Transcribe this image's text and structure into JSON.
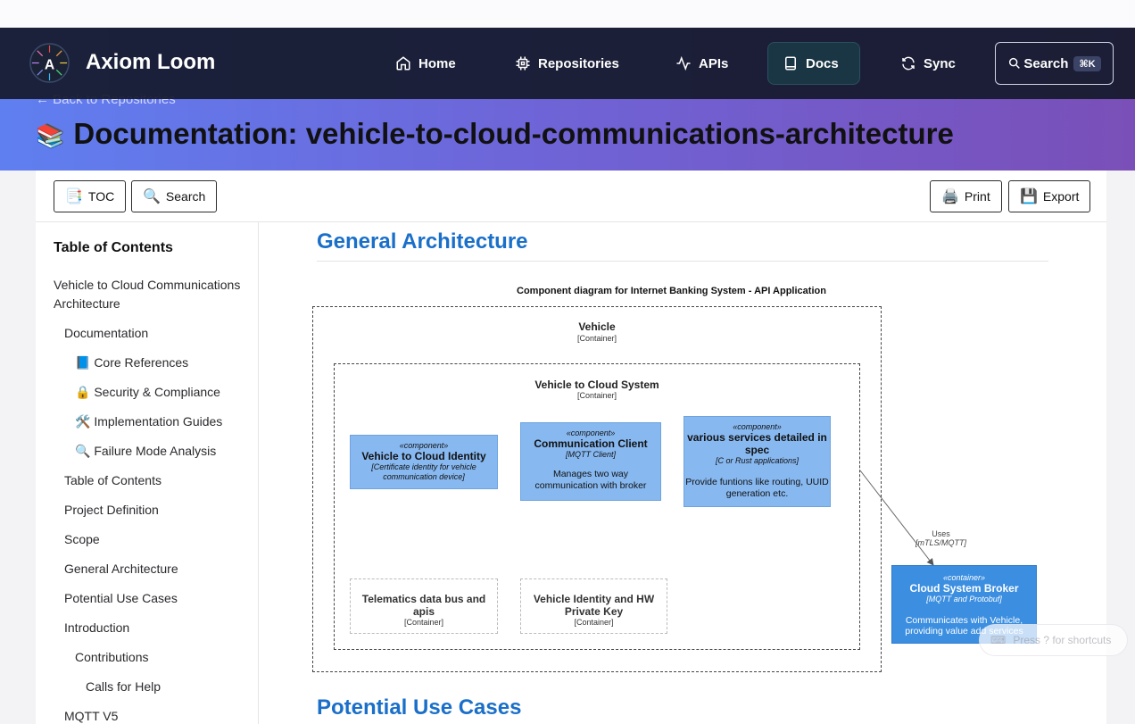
{
  "app": {
    "name": "Axiom Loom"
  },
  "nav": [
    {
      "label": "Home",
      "icon": "home-icon"
    },
    {
      "label": "Repositories",
      "icon": "chip-icon"
    },
    {
      "label": "APIs",
      "icon": "activity-icon"
    },
    {
      "label": "Docs",
      "icon": "book-icon",
      "active": true
    },
    {
      "label": "Sync",
      "icon": "refresh-icon"
    }
  ],
  "search": {
    "label": "Search",
    "shortcut": "⌘K"
  },
  "hero": {
    "back_link": "← Back to Repositories",
    "title": "Documentation: vehicle-to-cloud-communications-architecture",
    "emoji": "📚"
  },
  "toolbar": {
    "toc": {
      "label": "TOC",
      "icon": "📑"
    },
    "search": {
      "label": "Search",
      "icon": "🔍"
    },
    "print": {
      "label": "Print",
      "icon": "🖨️"
    },
    "export": {
      "label": "Export",
      "icon": "💾"
    }
  },
  "toc": {
    "title": "Table of Contents",
    "items": [
      "Vehicle to Cloud Communications Architecture",
      "Documentation",
      "📘 Core References",
      "🔒 Security & Compliance",
      "🛠️ Implementation Guides",
      "🔍 Failure Mode Analysis",
      "Table of Contents",
      "Project Definition",
      "Scope",
      "General Architecture",
      "Potential Use Cases",
      "Introduction",
      "Contributions",
      "Calls for Help",
      "MQTT V5"
    ]
  },
  "content": {
    "section1": "General Architecture",
    "section2": "Potential Use Cases"
  },
  "diagram": {
    "title": "Component diagram for Internet Banking System - API Application",
    "vehicle": {
      "name": "Vehicle",
      "tag": "[Container]"
    },
    "v2c": {
      "name": "Vehicle to Cloud System",
      "tag": "[Container]"
    },
    "identity": {
      "stereotype": "«component»",
      "name": "Vehicle to Cloud Identity",
      "tech": "[Certificate identity for vehicle communication device]"
    },
    "client": {
      "stereotype": "«component»",
      "name": "Communication Client",
      "tech": "[MQTT Client]",
      "desc": "Manages two way communication with broker"
    },
    "services": {
      "stereotype": "«component»",
      "name": "various services detailed in spec",
      "tech": "[C or Rust applications]",
      "desc": "Provide funtions like routing, UUID generation etc."
    },
    "telematics": {
      "name": "Telematics data bus and apis",
      "tag": "[Container]"
    },
    "hwkey": {
      "name": "Vehicle Identity and HW Private Key",
      "tag": "[Container]"
    },
    "broker": {
      "stereotype": "«container»",
      "name": "Cloud System Broker",
      "tech": "[MQTT and Protobuf]",
      "desc": "Communicates with Vehicle, providing value add services"
    },
    "uses": {
      "label": "Uses",
      "tech": "[mTLS/MQTT]"
    }
  },
  "toast": {
    "text": "Press ? for shortcuts"
  },
  "colors": {
    "accent": "#1a6fc9",
    "component": "#87b8f0",
    "container": "#3b8ee0",
    "nav_bg": "#161a2c"
  }
}
